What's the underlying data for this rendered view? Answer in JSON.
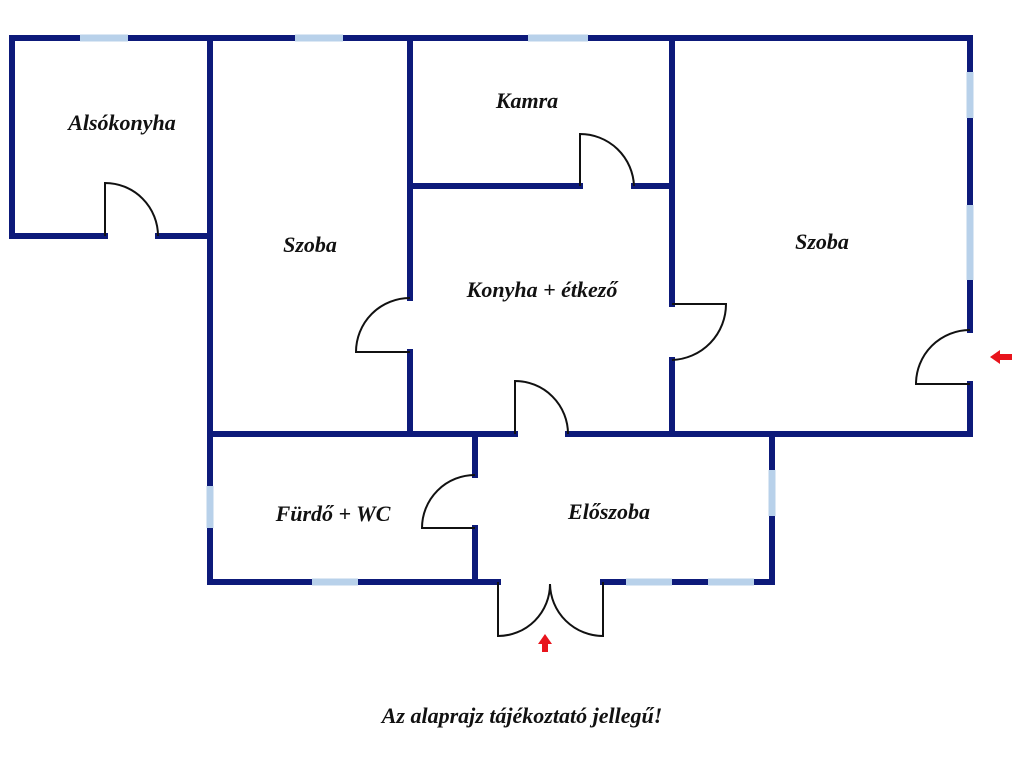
{
  "rooms": {
    "alsokonyha": "Alsókonyha",
    "szoba_left": "Szoba",
    "kamra": "Kamra",
    "konyha": "Konyha + étkező",
    "szoba_right": "Szoba",
    "furdo": "Fürdő + WC",
    "eloszoba": "Előszoba"
  },
  "note": "Az alaprajz tájékoztató jellegű!",
  "colors": {
    "wall": "#0d1a7a",
    "window": "#b8d1ea",
    "door": "#111111",
    "entrance_arrow": "#e8141c"
  },
  "entrance_markers": [
    "entrance-arrow-side",
    "entrance-arrow-front"
  ]
}
